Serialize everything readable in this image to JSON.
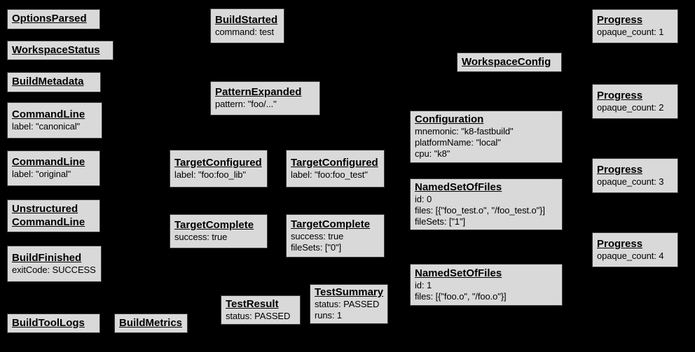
{
  "diagram": {
    "description": "Bazel Build Event Protocol event graph",
    "background_color": "#000000",
    "node_fill_color": "#d9d9d9",
    "node_border_color": "#3a3a3a",
    "node_text_color": "#000000"
  },
  "nodes": [
    {
      "id": "options-parsed",
      "title": "OptionsParsed",
      "lines": []
    },
    {
      "id": "workspace-status",
      "title": "WorkspaceStatus",
      "lines": []
    },
    {
      "id": "build-metadata",
      "title": "BuildMetadata",
      "lines": []
    },
    {
      "id": "command-line-canonical",
      "title": "CommandLine",
      "lines": [
        "label: \"canonical\""
      ]
    },
    {
      "id": "command-line-original",
      "title": "CommandLine",
      "lines": [
        "label: \"original\""
      ]
    },
    {
      "id": "unstructured-command-line",
      "title": "Unstructured",
      "title2": "CommandLine",
      "lines": []
    },
    {
      "id": "build-finished",
      "title": "BuildFinished",
      "lines": [
        "exitCode: SUCCESS"
      ]
    },
    {
      "id": "build-tool-logs",
      "title": "BuildToolLogs",
      "lines": []
    },
    {
      "id": "build-metrics",
      "title": "BuildMetrics",
      "lines": []
    },
    {
      "id": "build-started",
      "title": "BuildStarted",
      "lines": [
        "command: test"
      ]
    },
    {
      "id": "pattern-expanded",
      "title": "PatternExpanded",
      "lines": [
        "pattern: \"foo/...\""
      ]
    },
    {
      "id": "target-configured-lib",
      "title": "TargetConfigured",
      "lines": [
        "label: \"foo:foo_lib\""
      ]
    },
    {
      "id": "target-configured-test",
      "title": "TargetConfigured",
      "lines": [
        "label: \"foo:foo_test\""
      ]
    },
    {
      "id": "target-complete-lib",
      "title": "TargetComplete",
      "lines": [
        "success: true"
      ]
    },
    {
      "id": "target-complete-test",
      "title": "TargetComplete",
      "lines": [
        "success: true",
        "fileSets: [\"0\"]"
      ]
    },
    {
      "id": "test-result",
      "title": "TestResult",
      "lines": [
        "status: PASSED"
      ]
    },
    {
      "id": "test-summary",
      "title": "TestSummary",
      "lines": [
        "status: PASSED",
        "runs: 1"
      ]
    },
    {
      "id": "workspace-config",
      "title": "WorkspaceConfig",
      "lines": []
    },
    {
      "id": "configuration",
      "title": "Configuration",
      "lines": [
        "mnemonic: \"k8-fastbuild\"",
        "platformName: \"local\"",
        "cpu: \"k8\""
      ]
    },
    {
      "id": "named-set-of-files-0",
      "title": "NamedSetOfFiles",
      "lines": [
        "id: 0",
        "files: [{\"foo_test.o\", \"/foo_test.o\"}]",
        "fileSets: [\"1\"]"
      ]
    },
    {
      "id": "named-set-of-files-1",
      "title": "NamedSetOfFiles",
      "lines": [
        "id: 1",
        "files: [{\"foo.o\", \"/foo.o\"}]"
      ]
    },
    {
      "id": "progress-1",
      "title": "Progress",
      "lines": [
        "opaque_count: 1"
      ]
    },
    {
      "id": "progress-2",
      "title": "Progress",
      "lines": [
        "opaque_count: 2"
      ]
    },
    {
      "id": "progress-3",
      "title": "Progress",
      "lines": [
        "opaque_count: 3"
      ]
    },
    {
      "id": "progress-4",
      "title": "Progress",
      "lines": [
        "opaque_count: 4"
      ]
    }
  ]
}
